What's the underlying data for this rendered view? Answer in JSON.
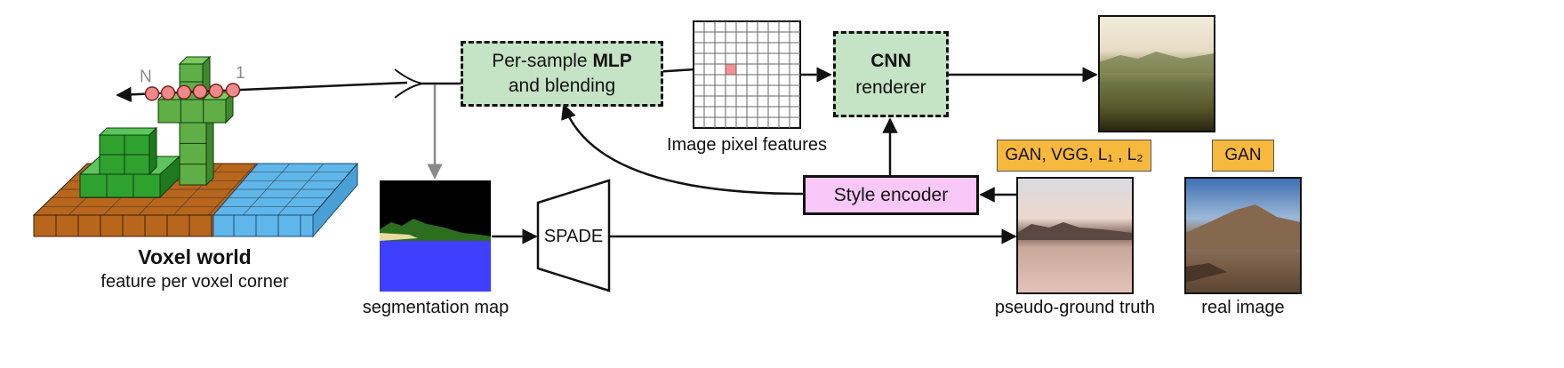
{
  "voxel_world": {
    "title": "Voxel world",
    "subtitle": "feature per voxel corner",
    "ray_label_far": "N",
    "ray_label_near": "1",
    "colors": {
      "dirt": "#b8661c",
      "water": "#5fb6ea",
      "tree": "#3fae3f",
      "sample": "#f08a8a"
    }
  },
  "mlp": {
    "line1_prefix": "Per-sample ",
    "line1_bold": "MLP",
    "line2": "and blending"
  },
  "pixel_grid": {
    "caption": "Image pixel features",
    "highlight_color": "#f49090"
  },
  "cnn": {
    "line1": "CNN",
    "line2": "renderer"
  },
  "style_encoder": {
    "label": "Style encoder"
  },
  "segmentation": {
    "caption": "segmentation map",
    "colors": {
      "sky": "#000000",
      "water": "#3f3fff",
      "tree": "#2b6e1e",
      "sand": "#e8dca0"
    }
  },
  "spade": {
    "label": "SPADE"
  },
  "pseudo_gt": {
    "caption": "pseudo-ground truth",
    "loss_label": "GAN, VGG, L₁ , L₂"
  },
  "real_image": {
    "caption": "real image",
    "loss_label": "GAN"
  },
  "colors": {
    "box_green": "#c5e3c5",
    "box_pink": "#f9c8f9",
    "loss_orange": "#f7b93d",
    "arrow_gray": "#8a8a8a"
  }
}
